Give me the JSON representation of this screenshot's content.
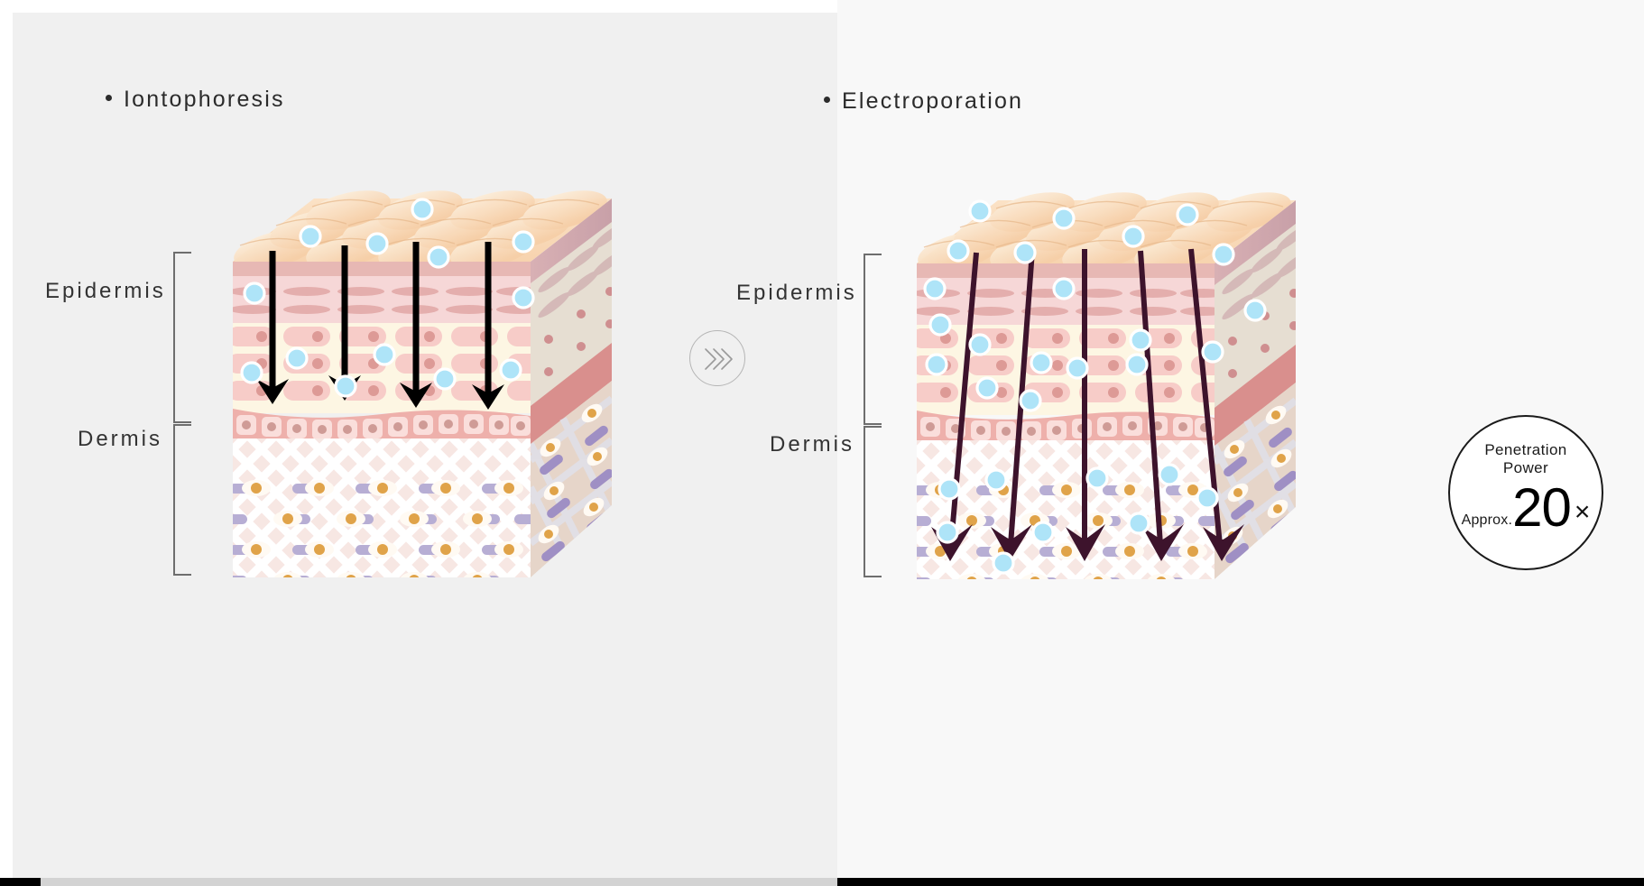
{
  "page": {
    "background": "#ffffff",
    "left_panel_bg": "#f0f0f0",
    "right_panel_bg": "#f8f8f8"
  },
  "left": {
    "heading": "Iontophoresis",
    "labels": {
      "epidermis": "Epidermis",
      "dermis": "Dermis"
    },
    "arrow_color": "#000000",
    "arrow_count": 4,
    "arrow_style": "straight-vertical-shallow"
  },
  "right": {
    "heading": "Electroporation",
    "labels": {
      "epidermis": "Epidermis",
      "dermis": "Dermis"
    },
    "arrow_color": "#3d132c",
    "arrow_count": 5,
    "arrow_style": "slanted-deep"
  },
  "transition": {
    "icon": "triple-chevron-right-icon"
  },
  "badge": {
    "title_line1": "Penetration",
    "title_line2": "Power",
    "approx": "Approx.",
    "value": "20",
    "unit": "×",
    "border_color": "#1a1a1a",
    "fill": "#ffffff"
  },
  "colors": {
    "particle": "#aee4f8",
    "particle_stroke": "#ffffff",
    "stratum_corneum": "#fbdcba",
    "stratum_granulosum": "#f2c9c6",
    "stratum_spinosum": "#fdf6e3",
    "spinosum_cell": "#f7ccc8",
    "basal_band": "#eeb0ab",
    "dermis": "#f7e9e6",
    "collagen": "#ffffff",
    "elastin": "#b7aed4",
    "fibroblast_nucleus": "#e0a councils"
  },
  "scrollbar": {
    "thumb_color": "#000000",
    "track_color": "#d3d3d3"
  }
}
